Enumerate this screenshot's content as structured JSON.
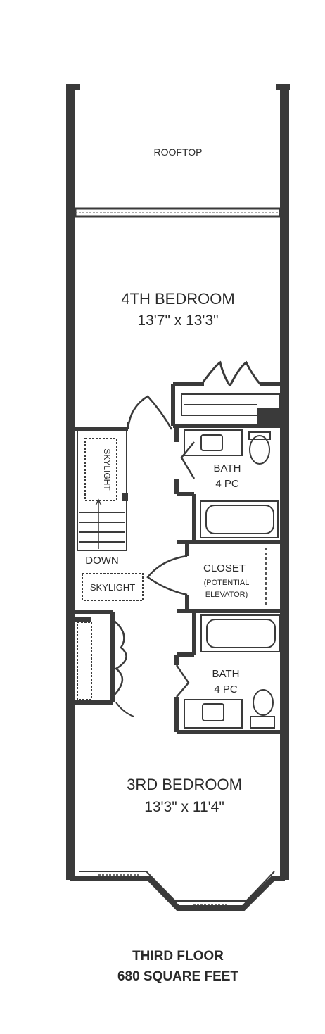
{
  "rooms": {
    "rooftop": {
      "name": "ROOFTOP"
    },
    "bedroom4": {
      "name": "4TH BEDROOM",
      "dims": "13'7\" x 13'3\""
    },
    "bath_upper": {
      "name": "BATH",
      "detail": "4 PC"
    },
    "closet": {
      "name": "CLOSET",
      "detail_1": "(POTENTIAL",
      "detail_2": "ELEVATOR)"
    },
    "bath_lower": {
      "name": "BATH",
      "detail": "4 PC"
    },
    "bedroom3": {
      "name": "3RD BEDROOM",
      "dims": "13'3\" x 11'4\""
    }
  },
  "stair": {
    "skylight_upper": "SKYLIGHT",
    "down": "DOWN",
    "skylight_lower": "SKYLIGHT"
  },
  "caption": {
    "floor": "THIRD FLOOR",
    "area": "680 SQUARE FEET"
  },
  "colors": {
    "wall": "#3a3a3a",
    "line": "#555555",
    "text": "#2a2a2a"
  }
}
